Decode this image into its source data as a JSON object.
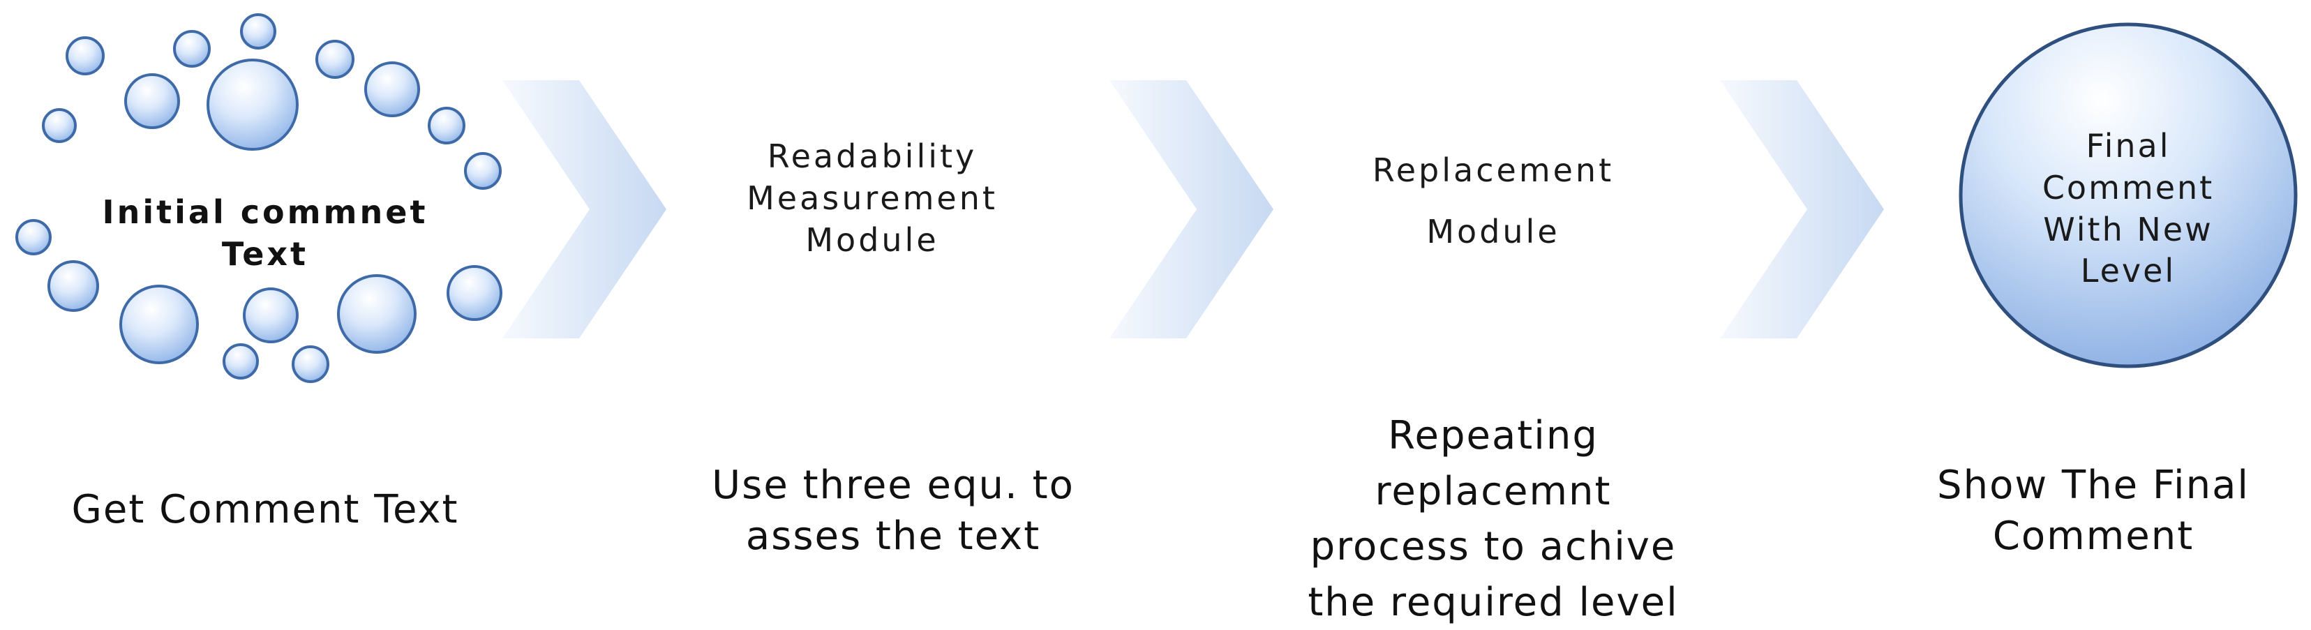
{
  "steps": [
    {
      "title_lines": [
        "Initial commnet",
        "Text"
      ],
      "caption_lines": [
        "Get Comment Text"
      ]
    },
    {
      "title_lines": [
        "Readability",
        "Measurement",
        "Module"
      ],
      "caption_lines": [
        "Use three equ. to",
        "asses the text"
      ]
    },
    {
      "title_lines": [
        "Replacement",
        "Module"
      ],
      "caption_lines": [
        "Repeating",
        "replacemnt",
        "process to achive",
        "the required level"
      ]
    },
    {
      "title_lines": [
        "Final",
        "Comment",
        "With New",
        "Level"
      ],
      "caption_lines": [
        "Show The Final",
        "Comment"
      ]
    }
  ],
  "colors": {
    "bubble_light": "#e8f1fd",
    "bubble_dark": "#8fb4e8",
    "bubble_stroke": "#3f6aa8",
    "chevron_light": "#f4f8fe",
    "chevron_dark": "#c4d7f2"
  }
}
